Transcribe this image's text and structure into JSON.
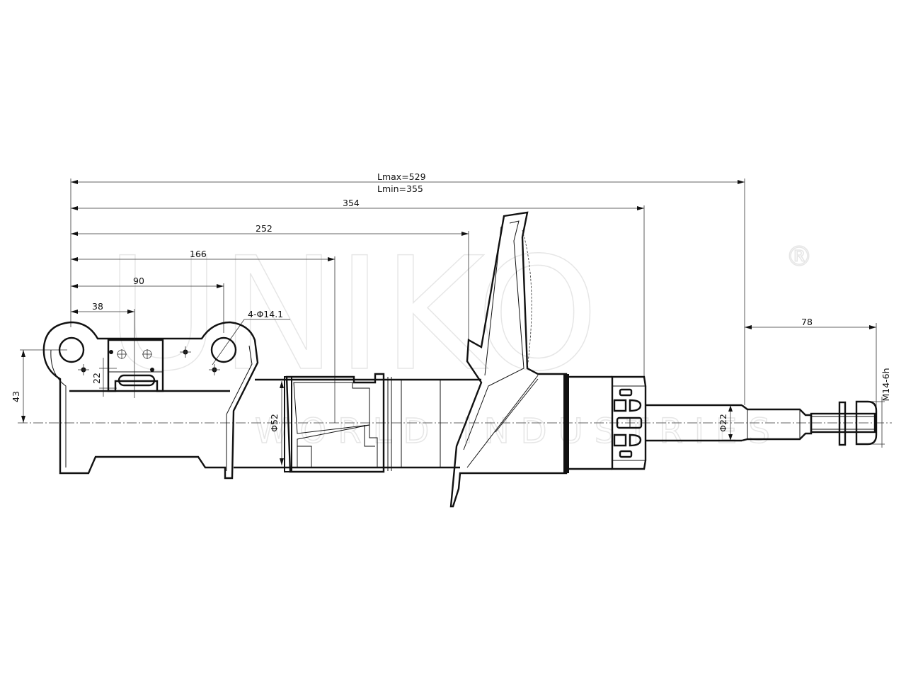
{
  "drawing": {
    "watermark_mark": "UNIKO",
    "watermark_tagline": "WORLD INDUSTRIES",
    "watermark_registered": "®"
  },
  "dimensions": {
    "lmax": "Lmax=529",
    "lmin": "Lmin=355",
    "d354": "354",
    "d252": "252",
    "d166": "166",
    "d90": "90",
    "d38": "38",
    "holes": "4-Φ14.1",
    "d78": "78",
    "d43": "43",
    "d22_vert": "22",
    "dia52": "Φ52",
    "dia22": "Φ22",
    "thread": "M14-6h"
  },
  "colors": {
    "ink": "#111111",
    "watermark": "#e6e6e6",
    "background": "#ffffff"
  }
}
